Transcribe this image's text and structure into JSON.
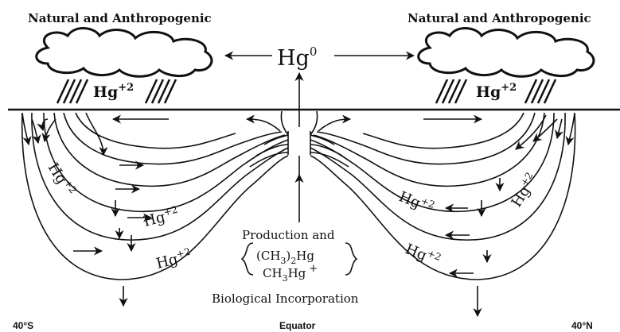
{
  "labels": {
    "source_left": "Natural and Anthropogenic",
    "source_right": "Natural and Anthropogenic",
    "hg0": "Hg",
    "hg0_sup": "0",
    "hg2_base": "Hg",
    "hg2_sup": "+2",
    "production_and": "Production and",
    "methyl_1": "(CH",
    "methyl_1_sub": "3",
    "methyl_1_mid": ")",
    "methyl_1_sub2": "2",
    "methyl_1_end": "Hg",
    "methyl_2": "CH",
    "methyl_2_sub": "3",
    "methyl_2_end": "Hg",
    "methyl_2_sup": "+",
    "biological": "Biological Incorporation",
    "lat_left": "40°S",
    "lat_center": "Equator",
    "lat_right": "40°N"
  },
  "colors": {
    "ink": "#111111",
    "background": "#ffffff"
  }
}
